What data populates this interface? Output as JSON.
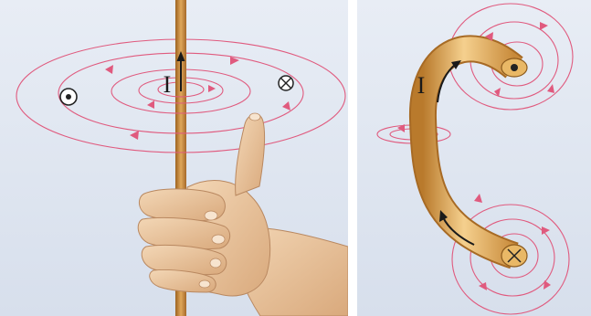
{
  "left_panel": {
    "current_label": "I",
    "symbols": [
      "dot-out-of-page",
      "cross-into-page"
    ],
    "colors": {
      "background": "#dfe6f1",
      "field_line": "#e05a7e",
      "wire": "#c8872e",
      "skin": "#e9c39b"
    }
  },
  "right_panel": {
    "current_label": "I",
    "symbols": [
      "dot-out-of-page",
      "cross-into-page"
    ],
    "colors": {
      "background": "#dfe6f1",
      "field_line": "#e05a7e",
      "wire": "#e2b15c"
    }
  }
}
